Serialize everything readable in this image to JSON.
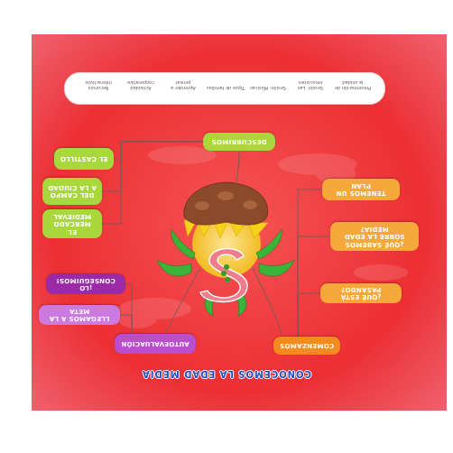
{
  "diagram": {
    "title": "CONOCEMOS LA EDAD MEDIA",
    "nodes": [
      {
        "text": [
          "COMENZAMOS"
        ]
      },
      {
        "text": [
          "AUTOEVALUACIÓN"
        ]
      },
      {
        "text": [
          "LLEGAMOS A LA META"
        ]
      },
      {
        "text": [
          "¿QUÉ ESTÁ PASANDO?"
        ]
      },
      {
        "text": [
          "¡LO CONSEGUIMOS!"
        ]
      },
      {
        "text": [
          "¿QUÉ SABEMOS SOBRE LA EDAD MEDIA?"
        ]
      },
      {
        "text": [
          "EL MERCADO MEDIEVAL"
        ]
      },
      {
        "text": [
          "DEL CAMPO A LA CIUDAD"
        ]
      },
      {
        "text": [
          "TENEMOS UN PLAN"
        ]
      },
      {
        "text": [
          "EL CASTILLO"
        ]
      },
      {
        "text": [
          "DESCUBRIMOS"
        ]
      }
    ],
    "edges": [
      {
        "from": 0,
        "to": 3,
        "arrow": "none"
      },
      {
        "from": 0,
        "to": 5,
        "arrow": "none"
      },
      {
        "from": 0,
        "to": 8,
        "arrow": "none"
      },
      {
        "from": 1,
        "to": 2,
        "arrow": "none"
      },
      {
        "from": 1,
        "to": 4,
        "arrow": "none"
      },
      {
        "from": 10,
        "to": 6,
        "arrow": "none"
      },
      {
        "from": 10,
        "to": 7,
        "arrow": "none"
      },
      {
        "from": 10,
        "to": 9,
        "arrow": "none"
      }
    ],
    "labels": [
      "Presentación de la unidad",
      "Sesión: Las emociones",
      "Sesión: Músicas",
      "Tipos de familias",
      "Aprender a pensar",
      "Actividad cooperativa",
      "Recursos interactivos"
    ]
  }
}
